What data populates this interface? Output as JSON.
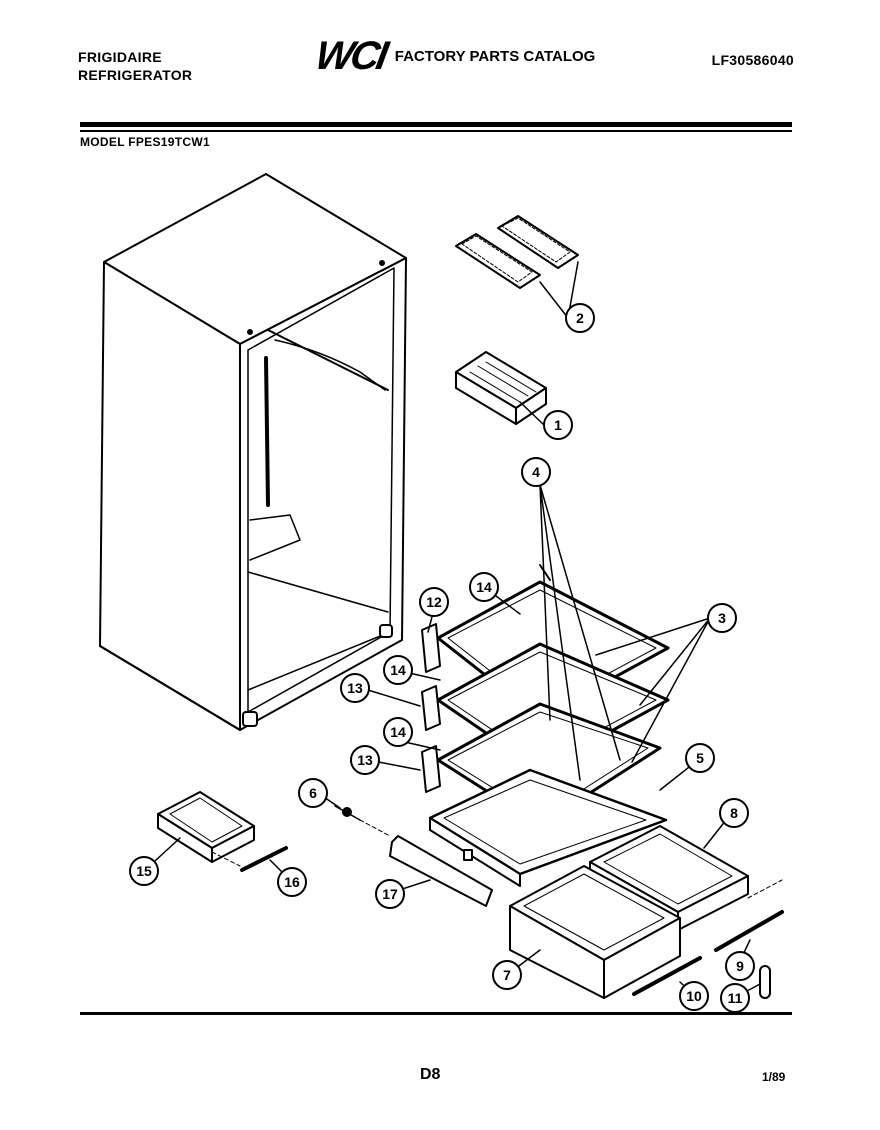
{
  "header": {
    "brand_line1": "FRIGIDAIRE",
    "brand_line2": "REFRIGERATOR",
    "logo": "WCI",
    "catalog_title": "FACTORY PARTS CATALOG",
    "doc_number": "LF30586040"
  },
  "model_label": "MODEL FPES19TCW1",
  "callouts": [
    {
      "id": "callout-1",
      "label": "1"
    },
    {
      "id": "callout-2",
      "label": "2"
    },
    {
      "id": "callout-3",
      "label": "3"
    },
    {
      "id": "callout-4",
      "label": "4"
    },
    {
      "id": "callout-5",
      "label": "5"
    },
    {
      "id": "callout-6",
      "label": "6"
    },
    {
      "id": "callout-7",
      "label": "7"
    },
    {
      "id": "callout-8",
      "label": "8"
    },
    {
      "id": "callout-9",
      "label": "9"
    },
    {
      "id": "callout-10",
      "label": "10"
    },
    {
      "id": "callout-11",
      "label": "11"
    },
    {
      "id": "callout-12",
      "label": "12"
    },
    {
      "id": "callout-13a",
      "label": "13"
    },
    {
      "id": "callout-13b",
      "label": "13"
    },
    {
      "id": "callout-14a",
      "label": "14"
    },
    {
      "id": "callout-14b",
      "label": "14"
    },
    {
      "id": "callout-14c",
      "label": "14"
    },
    {
      "id": "callout-15",
      "label": "15"
    },
    {
      "id": "callout-16",
      "label": "16"
    },
    {
      "id": "callout-17",
      "label": "17"
    }
  ],
  "footer": {
    "page_id": "D8",
    "date_code": "1/89"
  }
}
